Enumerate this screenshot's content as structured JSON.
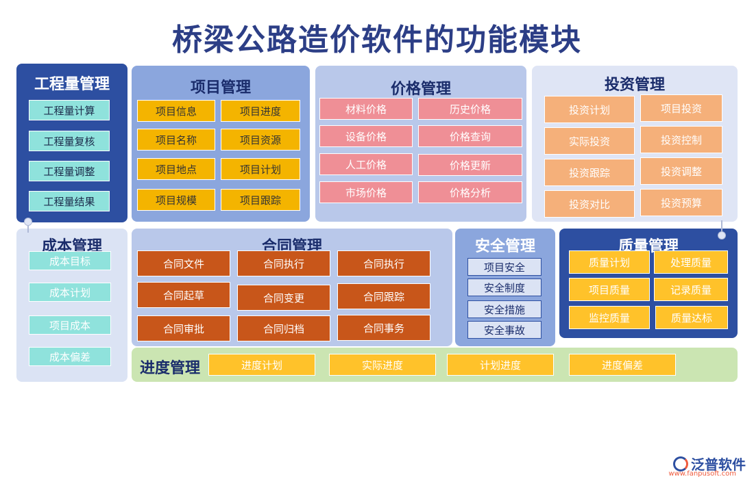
{
  "title": "桥梁公路造价软件的功能模块",
  "gcl": {
    "title": "工程量管理",
    "items": [
      "工程量计算",
      "工程量复核",
      "工程量调整",
      "工程量结果"
    ]
  },
  "xm": {
    "title": "项目管理",
    "items": [
      "项目信息",
      "项目进度",
      "项目名称",
      "项目资源",
      "项目地点",
      "项目计划",
      "项目规模",
      "项目跟踪"
    ]
  },
  "jg": {
    "title": "价格管理",
    "items": [
      "材料价格",
      "历史价格",
      "设备价格",
      "价格查询",
      "人工价格",
      "价格更新",
      "市场价格",
      "价格分析"
    ]
  },
  "tz": {
    "title": "投资管理",
    "items": [
      "投资计划",
      "项目投资",
      "实际投资",
      "投资控制",
      "投资跟踪",
      "投资调整",
      "投资对比",
      "投资预算"
    ]
  },
  "cb": {
    "title": "成本管理",
    "items": [
      "成本目标",
      "成本计划",
      "项目成本",
      "成本偏差"
    ]
  },
  "ht": {
    "title": "合同管理",
    "items": [
      "合同文件",
      "合同执行",
      "合同执行",
      "合同起草",
      "合同变更",
      "合同跟踪",
      "合同审批",
      "合同归档",
      "合同事务"
    ]
  },
  "aq": {
    "title": "安全管理",
    "items": [
      "项目安全",
      "安全制度",
      "安全措施",
      "安全事故"
    ]
  },
  "zl": {
    "title": "质量管理",
    "items": [
      "质量计划",
      "处理质量",
      "项目质量",
      "记录质量",
      "监控质量",
      "质量达标"
    ]
  },
  "jd": {
    "title": "进度管理",
    "items": [
      "进度计划",
      "实际进度",
      "计划进度",
      "进度偏差"
    ]
  },
  "logo": {
    "name": "泛普软件",
    "url": "www.fanpusoft.com"
  },
  "colors": {
    "dark_blue": "#2d4fa1",
    "mid_blue": "#8ba6dd",
    "light_blue": "#b9c8ea",
    "teal": "#8fe2dc",
    "yellow": "#f4b400",
    "pink": "#ef8f96",
    "orange": "#f5b07a",
    "rust": "#c8561a",
    "green": "#cbe5b2"
  }
}
